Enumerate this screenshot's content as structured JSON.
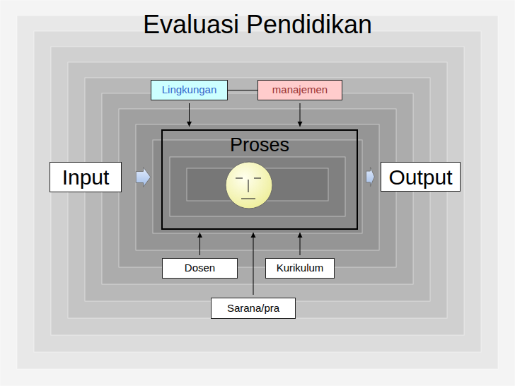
{
  "diagram": {
    "title": "Evaluasi Pendidikan",
    "nodes": [
      {
        "text": [
          "Lingkungan"
        ]
      },
      {
        "text": [
          "manajemen"
        ]
      },
      {
        "text": [
          "Input"
        ]
      },
      {
        "text": [
          "Proses"
        ]
      },
      {
        "text": [
          "Output"
        ]
      },
      {
        "text": [
          "Dosen"
        ]
      },
      {
        "text": [
          "Kurikulum"
        ]
      },
      {
        "text": [
          "Sarana/pra"
        ]
      }
    ],
    "edges": [
      {
        "from": 0,
        "to": 1,
        "arrow": "none"
      },
      {
        "from": 0,
        "to": 3,
        "arrow": "to"
      },
      {
        "from": 1,
        "to": 3,
        "arrow": "to"
      },
      {
        "from": 2,
        "to": 3,
        "arrow": "to"
      },
      {
        "from": 3,
        "to": 4,
        "arrow": "to"
      },
      {
        "from": 5,
        "to": 3,
        "arrow": "to"
      },
      {
        "from": 6,
        "to": 3,
        "arrow": "to"
      },
      {
        "from": 7,
        "to": 3,
        "arrow": "to"
      }
    ]
  }
}
